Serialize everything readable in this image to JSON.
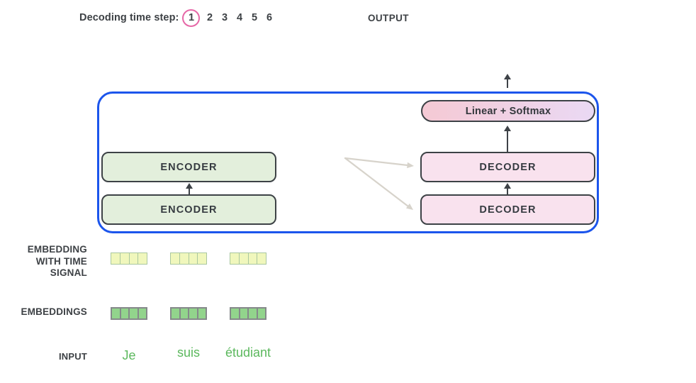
{
  "header": {
    "label": "Decoding time step:",
    "steps": [
      "1",
      "2",
      "3",
      "4",
      "5",
      "6"
    ],
    "active_step": "1"
  },
  "output": {
    "label": "OUTPUT"
  },
  "transformer": {
    "linear_softmax": "Linear + Softmax",
    "encoders": [
      "ENCODER",
      "ENCODER"
    ],
    "decoders": [
      "DECODER",
      "DECODER"
    ]
  },
  "rows": {
    "embedding_time_label": "EMBEDDING\nWITH TIME\nSIGNAL",
    "embeddings_label": "EMBEDDINGS",
    "input_label": "INPUT",
    "tokens": [
      "Je",
      "suis",
      "étudiant"
    ]
  },
  "colors": {
    "accent_pink": "#e668a7",
    "container_blue": "#1c55ec",
    "encoder_fill": "#e3efdc",
    "decoder_fill": "#f9e2ee",
    "box_border": "#3d4246",
    "softmax_left": "#f5c9d4",
    "softmax_right": "#ead9f4",
    "arrow_dark": "#3e4247",
    "arrow_light": "#d7d3cb",
    "time_signal_fill": "#f0f7bc",
    "time_signal_border": "#a9c79f",
    "embedding_fill": "#92d48c",
    "embedding_border": "#85898a",
    "token_green": "#5bb85d",
    "text_dark": "#3d4145"
  }
}
